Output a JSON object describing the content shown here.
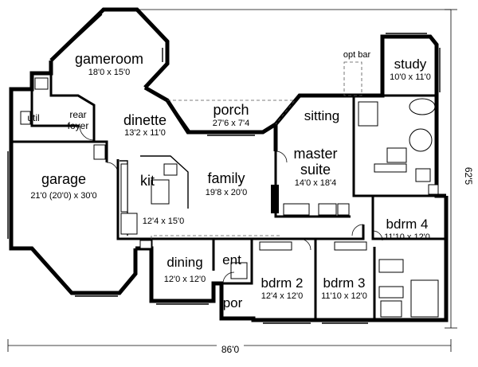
{
  "rooms": {
    "gameroom": {
      "name": "gameroom",
      "size": "18'0 x 15'0"
    },
    "util": {
      "name": "util"
    },
    "rear_foyer": {
      "line1": "rear",
      "line2": "foyer"
    },
    "dinette": {
      "name": "dinette",
      "size": "13'2 x 11'0"
    },
    "porch": {
      "name": "porch",
      "size": "27'6 x 7'4"
    },
    "sitting": {
      "name": "sitting"
    },
    "opt_bar": {
      "name": "opt bar"
    },
    "study": {
      "name": "study",
      "size": "10'0 x 11'0"
    },
    "garage": {
      "name": "garage",
      "size": "21'0 (20'0) x 30'0"
    },
    "kit": {
      "name": "kit",
      "size": "12'4 x 15'0"
    },
    "family": {
      "name": "family",
      "size": "19'8 x 20'0"
    },
    "master_suite": {
      "line1": "master",
      "line2": "suite",
      "size": "14'0 x 18'4"
    },
    "bdrm4": {
      "name": "bdrm 4",
      "size": "11'10 x 12'0"
    },
    "dining": {
      "name": "dining",
      "size": "12'0 x 12'0"
    },
    "ent": {
      "name": "ent"
    },
    "por": {
      "name": "por"
    },
    "bdrm2": {
      "name": "bdrm 2",
      "size": "12'4 x 12'0"
    },
    "bdrm3": {
      "name": "bdrm 3",
      "size": "11'10 x 12'0"
    }
  },
  "dimensions": {
    "width": "86'0",
    "depth": "62'5"
  }
}
